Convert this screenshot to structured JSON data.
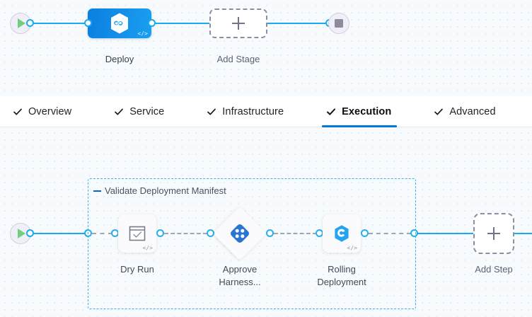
{
  "stage_canvas": {
    "start_node": {
      "icon": "play-icon"
    },
    "end_node": {
      "icon": "stop-icon"
    },
    "stage": {
      "label": "Deploy",
      "icon": "harness-hexagon-icon",
      "badge": "</>"
    },
    "add_stage": {
      "label": "Add Stage",
      "icon": "plus-icon"
    }
  },
  "tabs": [
    {
      "label": "Overview",
      "icon": "check-icon",
      "active": false
    },
    {
      "label": "Service",
      "icon": "check-icon",
      "active": false
    },
    {
      "label": "Infrastructure",
      "icon": "check-icon",
      "active": false
    },
    {
      "label": "Execution",
      "icon": "check-icon",
      "active": true
    },
    {
      "label": "Advanced",
      "icon": "check-icon",
      "active": false
    }
  ],
  "steps_canvas": {
    "start_node": {
      "icon": "play-icon"
    },
    "group": {
      "title": "Validate Deployment Manifest",
      "collapse_icon": "collapse-dash-icon"
    },
    "steps": [
      {
        "label": "Dry Run",
        "icon": "checklist-window-icon",
        "badge": "</>",
        "shape": "rounded"
      },
      {
        "label_line1": "Approve",
        "label_line2": "Harness...",
        "icon": "harness-approval-icon",
        "shape": "diamond"
      },
      {
        "label_line1": "Rolling",
        "label_line2": "Deployment",
        "icon": "kubernetes-swirl-icon",
        "badge": "</>",
        "shape": "rounded"
      }
    ],
    "add_step": {
      "label": "Add Step",
      "icon": "plus-icon"
    }
  },
  "colors": {
    "accent_blue": "#0278d5",
    "connector_blue": "#1aaaf0",
    "group_border": "#33b4ee",
    "canvas_bg": "#f7fbfd",
    "dashed_gray": "#9aa2ae",
    "play_green": "#6fcf7e"
  }
}
